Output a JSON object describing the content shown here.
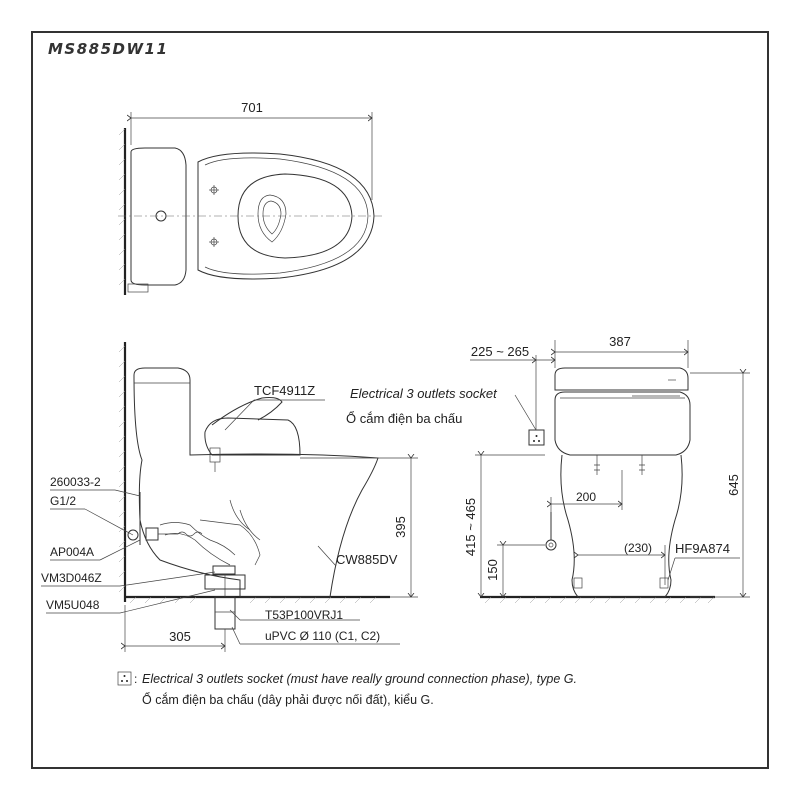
{
  "model": "MS885DW11",
  "dims": {
    "top_width": "701",
    "side_depth": "305",
    "side_height": "395",
    "front_width": "387",
    "socket_offset": "225 ~ 265",
    "front_height": "645",
    "supply_height": "415 ~ 465",
    "drain_height": "150",
    "center_offset": "200",
    "supply_offset": "(230)"
  },
  "labels": {
    "seat": "TCF4911Z",
    "bowl": "CW885DV",
    "part1": "260033-2",
    "part2": "G1/2",
    "part3": "AP004A",
    "part4": "VM3D046Z",
    "part5": "VM5U048",
    "flange": "T53P100VRJ1",
    "pipe": "uPVC Ø 110 (C1, C2)",
    "hose": "HF9A874"
  },
  "socket": {
    "title_en": "Electrical 3 outlets socket",
    "title_vi": "Ổ cắm điện ba chấu"
  },
  "note": {
    "line1": "Electrical 3 outlets socket (must have really ground connection phase), type G.",
    "line2": "Ổ cắm điện ba chấu (dây phải được nối đất), kiểu G."
  }
}
